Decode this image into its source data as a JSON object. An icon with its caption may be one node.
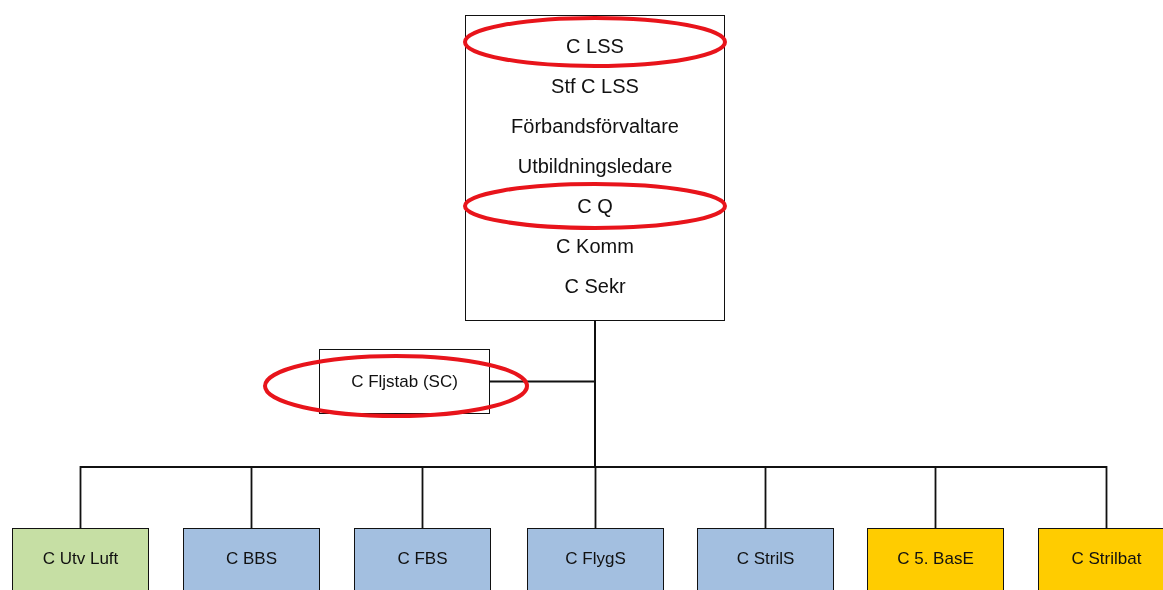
{
  "diagram": {
    "nodes": [
      {
        "text": [
          "C LSS",
          "Stf C LSS",
          "Förbandsförvaltare",
          "Utbildningsledare",
          "C Q",
          "C Komm",
          "C Sekr"
        ]
      },
      {
        "text": [
          "C Fljstab (SC)"
        ]
      },
      {
        "text": [
          "C Utv Luft"
        ]
      },
      {
        "text": [
          "C BBS"
        ]
      },
      {
        "text": [
          "C FBS"
        ]
      },
      {
        "text": [
          "C FlygS"
        ]
      },
      {
        "text": [
          "C StrilS"
        ]
      },
      {
        "text": [
          "C 5. BasE"
        ]
      },
      {
        "text": [
          "C Strilbat"
        ]
      }
    ],
    "edges": [
      {
        "from": 0,
        "to": 1,
        "arrow": "none"
      },
      {
        "from": 0,
        "to": 2,
        "arrow": "none"
      },
      {
        "from": 0,
        "to": 3,
        "arrow": "none"
      },
      {
        "from": 0,
        "to": 4,
        "arrow": "none"
      },
      {
        "from": 0,
        "to": 5,
        "arrow": "none"
      },
      {
        "from": 0,
        "to": 6,
        "arrow": "none"
      },
      {
        "from": 0,
        "to": 7,
        "arrow": "none"
      },
      {
        "from": 0,
        "to": 8,
        "arrow": "none"
      }
    ]
  }
}
